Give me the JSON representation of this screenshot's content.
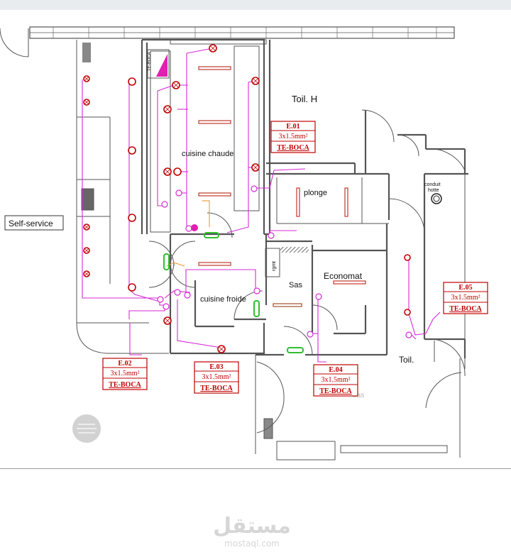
{
  "rooms": {
    "toilet_h": "Toil. H",
    "hot_kitchen": "cuisine chaude",
    "self_service": "Self-service",
    "dishwashing": "plonge",
    "storage_mark": "rgmt",
    "store": "Economat",
    "airlock": "Sas",
    "airlock_2": "Sas",
    "cold_kitchen": "cuisine froide",
    "toilet": "Toil.",
    "duct_line1": "conduit",
    "duct_line2": "hotte"
  },
  "fixture_tag": "TE-BOCA",
  "circuits": [
    {
      "id": "E.01",
      "spec": "3x1.5mm²",
      "tag": "TE-BOCA"
    },
    {
      "id": "E.02",
      "spec": "3x1.5mm²",
      "tag": "TE-BOCA"
    },
    {
      "id": "E.03",
      "spec": "3x1.5mm²",
      "tag": "TE-BOCA"
    },
    {
      "id": "E.04",
      "spec": "3x1.5mm²",
      "tag": "TE-BOCA"
    },
    {
      "id": "E.05",
      "spec": "3x1.5mm²",
      "tag": "TE-BOCA"
    }
  ],
  "watermark": {
    "arabic": "مستقل",
    "latin": "mostaql.com"
  },
  "colors": {
    "wire": "#d62ad6",
    "fixture": "#c00000",
    "fluorescent": "#c0392b",
    "wall": "#555555",
    "switch": "#2fbf2f"
  }
}
